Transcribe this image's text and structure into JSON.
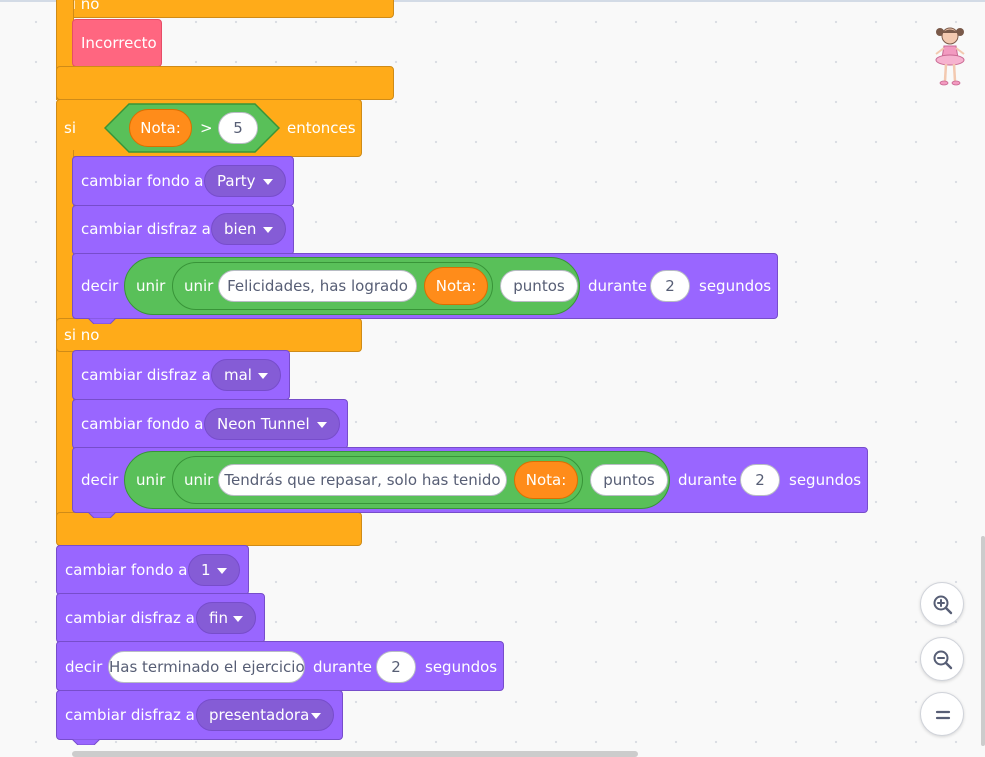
{
  "blocks": {
    "else_top": "si no",
    "incorrect_say": "Incorrecto",
    "if_label": "si",
    "var_nota": "Nota:",
    "op_gt": ">",
    "num_5": "5",
    "then_label": "entonces",
    "switch_backdrop": "cambiar fondo a",
    "backdrop_party": "Party",
    "switch_costume": "cambiar disfraz a",
    "costume_bien": "bien",
    "say": "decir",
    "join": "unir",
    "msg_congrats": "Felicidades, has logrado",
    "points": "puntos",
    "for_label": "durante",
    "secs_2": "2",
    "seconds": "segundos",
    "else_label": "si no",
    "costume_mal": "mal",
    "backdrop_neon": "Neon Tunnel",
    "msg_review": "Tendrás que repasar, solo has tenido",
    "backdrop_1": "1",
    "costume_fin": "fin",
    "msg_finished": "Has terminado el ejercicio",
    "costume_presenter": "presentadora"
  },
  "colors": {
    "control": "#ffab19",
    "looks": "#9966ff",
    "looks_dropdown": "#855cd6",
    "operators": "#59c059",
    "variables": "#ff8c1a",
    "sound_red": "#ff6680",
    "canvas": "#f9f9f9"
  },
  "icons": {
    "sprite": "ballerina-sprite-icon",
    "zoom_in": "zoom-in-icon",
    "zoom_out": "zoom-out-icon",
    "zoom_reset": "zoom-reset-icon"
  }
}
